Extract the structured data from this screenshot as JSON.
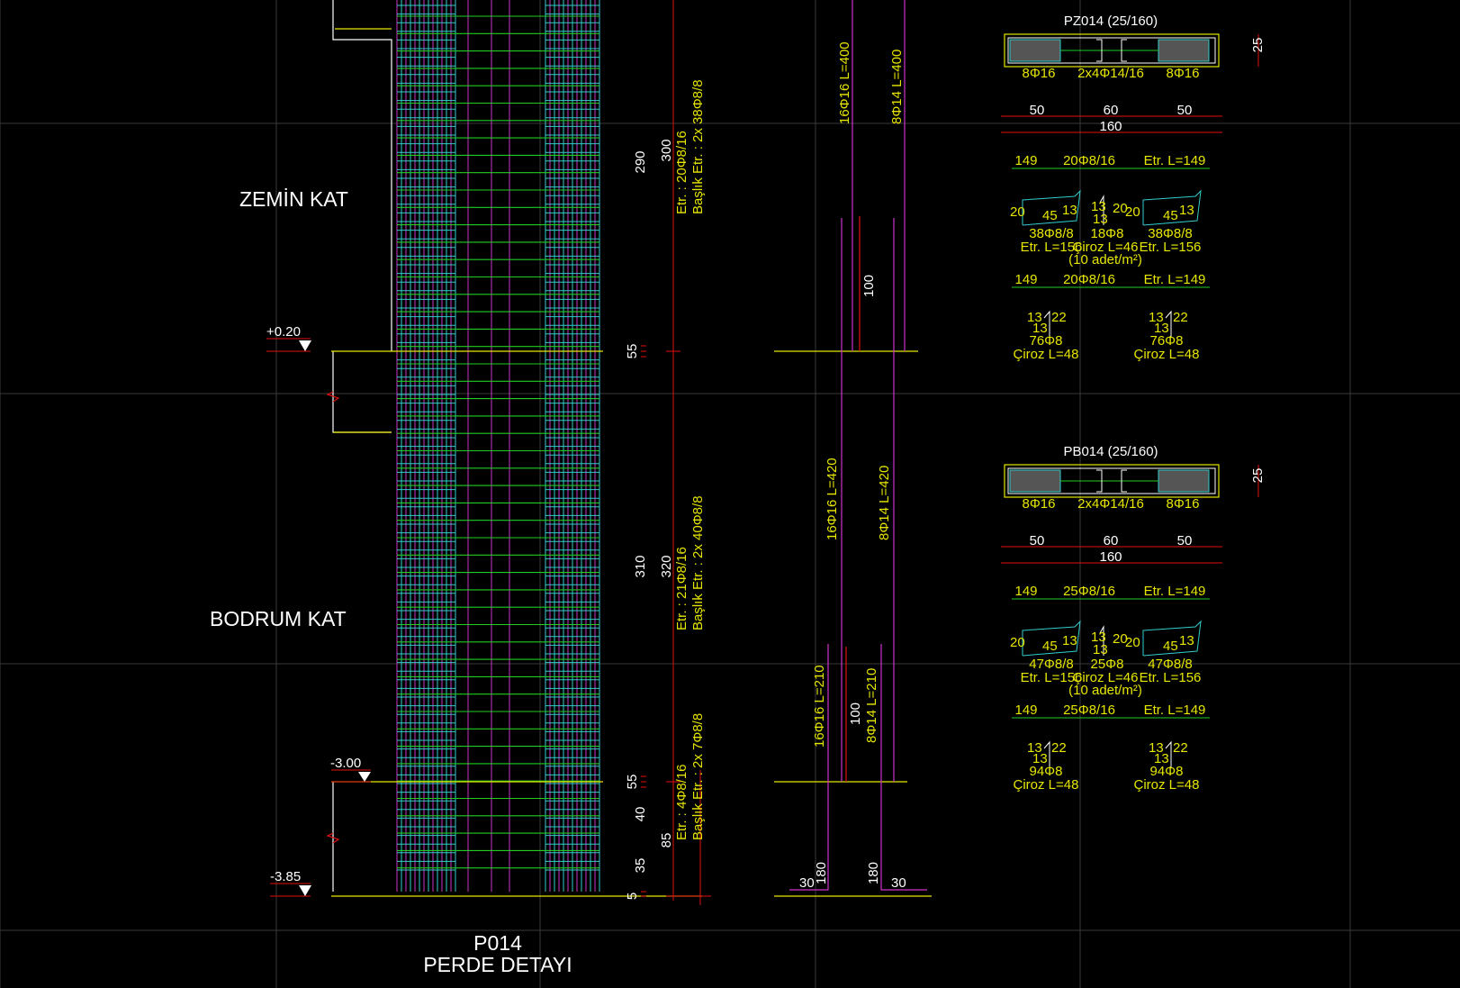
{
  "labels": {
    "zemin_kat": "ZEMİN KAT",
    "bodrum_kat": "BODRUM KAT",
    "elev_020": "+0.20",
    "elev_300": "-3.00",
    "elev_385": "-3.85",
    "title_code": "P014",
    "title_text": "PERDE DETAYI"
  },
  "section_dims": {
    "d290": "290",
    "d300": "300",
    "d55a": "55",
    "d310": "310",
    "d320": "320",
    "d55b": "55",
    "d40": "40",
    "d85": "85",
    "d35": "35",
    "d5": "5"
  },
  "stirrup_notes": {
    "z_etr": "Etr. : 20Φ8/16",
    "z_bas": "Başlık Etr. : 2x 38Φ8/8",
    "b_etr": "Etr. : 21Φ8/16",
    "b_bas": "Başlık Etr. : 2x 40Φ8/8",
    "f_etr": "Etr. : 4Φ8/16",
    "f_bas": "Başlık Etr. : 2x 7Φ8/8"
  },
  "bars": {
    "z1": "16Φ16    L=400",
    "z2": "8Φ14    L=400",
    "z_100": "100",
    "b1": "16Φ16    L=420",
    "b2": "8Φ14    L=420",
    "f1": "16Φ16    L=210",
    "f2": "8Φ14    L=210",
    "f_100": "100",
    "h180a": "180",
    "h180b": "180",
    "h30a": "30",
    "h30b": "30"
  },
  "pz": {
    "title": "PZ014 (25/160)",
    "dim25": "25",
    "left_bars": "8Φ16",
    "mid_bars": "2x4Φ14/16",
    "right_bars": "8Φ16",
    "d50a": "50",
    "d60": "60",
    "d50b": "50",
    "d160": "160",
    "row1": [
      "149",
      "20Φ8/16",
      "Etr. L=149"
    ],
    "s20a": "20",
    "s45a": "45",
    "s13a": "13",
    "s13b": "13",
    "s13c": "13",
    "s20b": "20",
    "s20c": "20",
    "s45b": "45",
    "s13d": "13",
    "c1": "38Φ8/8",
    "c2": "18Φ8",
    "c3": "38Φ8/8",
    "e1": "Etr. L=156",
    "e2": "Çiroz L=46",
    "e3": "Etr. L=156",
    "adet": "(10 adet/m²)",
    "row2": [
      "149",
      "20Φ8/16",
      "Etr. L=149"
    ],
    "t13a": "13",
    "t22a": "22",
    "t13b": "13",
    "t13c": "13",
    "t22b": "22",
    "t13d": "13",
    "k1": "76Φ8",
    "k2": "76Φ8",
    "k3": "Çiroz L=48",
    "k4": "Çiroz L=48"
  },
  "pb": {
    "title": "PB014 (25/160)",
    "dim25": "25",
    "left_bars": "8Φ16",
    "mid_bars": "2x4Φ14/16",
    "right_bars": "8Φ16",
    "d50a": "50",
    "d60": "60",
    "d50b": "50",
    "d160": "160",
    "row1": [
      "149",
      "25Φ8/16",
      "Etr. L=149"
    ],
    "s20a": "20",
    "s45a": "45",
    "s13a": "13",
    "s13b": "13",
    "s13c": "13",
    "s20b": "20",
    "s20c": "20",
    "s45b": "45",
    "s13d": "13",
    "c1": "47Φ8/8",
    "c2": "25Φ8",
    "c3": "47Φ8/8",
    "e1": "Etr. L=156",
    "e2": "Çiroz L=46",
    "e3": "Etr. L=156",
    "adet": "(10 adet/m²)",
    "row2": [
      "149",
      "25Φ8/16",
      "Etr. L=149"
    ],
    "t13a": "13",
    "t22a": "22",
    "t13b": "13",
    "t13c": "13",
    "t22b": "22",
    "t13d": "13",
    "k1": "94Φ8",
    "k2": "94Φ8",
    "k3": "Çiroz L=48",
    "k4": "Çiroz L=48"
  },
  "colors": {
    "background": "#000000",
    "grid": "#3a3a3a",
    "magenta": "#cc33cc",
    "green": "#22cc22",
    "cyan": "#33cccc",
    "red": "#e01010",
    "yellow": "#e6e600",
    "white": "#ffffff"
  }
}
